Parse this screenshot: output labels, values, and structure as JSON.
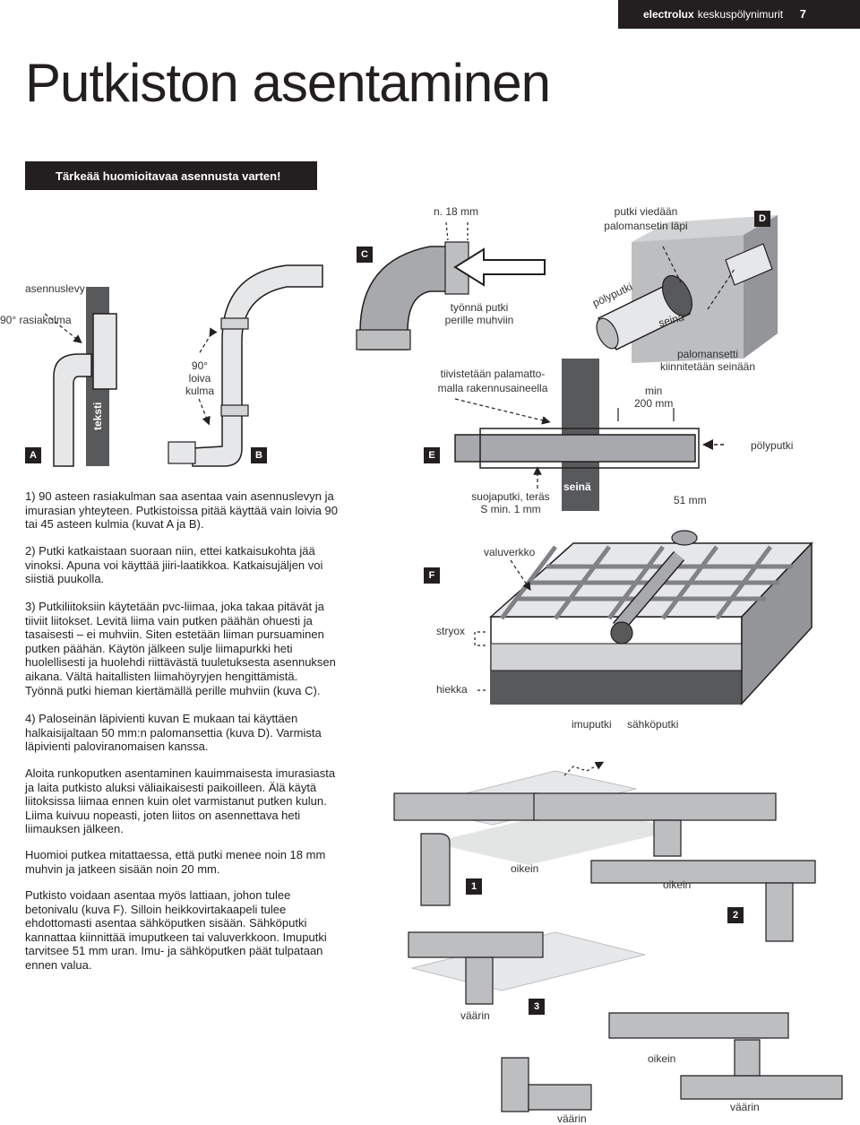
{
  "header": {
    "brand": "electrolux",
    "subtitle": "keskuspölynimurit",
    "page_number": "7"
  },
  "title": "Putkiston asentaminen",
  "banner": "Tärkeää huomioitavaa asennusta varten!",
  "paragraphs": [
    "1) 90 asteen rasiakulman saa asentaa vain asennuslevyn ja imurasian yhteyteen. Putkistoissa pitää käyttää vain loivia 90 tai 45 asteen kulmia (kuvat A ja B).",
    "2) Putki katkaistaan suoraan niin, ettei katkaisukohta jää vinoksi. Apuna voi käyttää jiiri-laatikkoa. Katkaisujäljen voi siistiä puukolla.",
    "3) Putkiliitoksiin käytetään pvc-liimaa, joka takaa pitävät ja tiiviit liitokset. Levitä liima vain putken päähän ohuesti ja tasaisesti – ei muhviin. Siten estetään liiman pursuaminen putken päähän. Käytön jälkeen sulje liimapurkki heti huolellisesti ja huolehdi riittävästä tuuletuksesta asennuksen aikana. Vältä haitallisten liimahöyryjen hengittämistä. Työnnä putki hieman kiertämällä perille muhviin (kuva C).",
    "4) Paloseinän läpivienti kuvan E mukaan tai käyttäen halkaisijaltaan 50 mm:n palomansettia (kuva D). Varmista läpivienti paloviranomaisen kanssa.",
    "Aloita runkoputken asentaminen kauimmaisesta imurasiasta ja laita putkisto aluksi väliaikaisesti paikoilleen. Älä käytä liitoksissa liimaa ennen kuin olet varmistanut putken kulun. Liima kuivuu nopeasti, joten liitos on asennettava heti liimauksen jälkeen.",
    "Huomioi putkea mitattaessa, että putki menee noin 18 mm muhvin ja jatkeen sisään noin 20 mm.",
    "Putkisto voidaan asentaa myös lattiaan, johon tulee betonivalu (kuva F). Silloin heikkovirtakaapeli tulee ehdottomasti asentaa sähköputken sisään. Sähköputki kannattaa kiinnittää imuputkeen tai valuverkkoon. Imuputki tarvitsee 51 mm uran. Imu- ja sähköputken päät tulpataan ennen valua."
  ],
  "figure_labels": {
    "A": "A",
    "B": "B",
    "C": "C",
    "D": "D",
    "E": "E",
    "F": "F",
    "one": "1",
    "two": "2",
    "three": "3"
  },
  "annotations": {
    "asennuslevy": "asennuslevy",
    "rasiakulma": "90° rasiakulma",
    "teksti": "teksti",
    "loiva1": "90°",
    "loiva2": "loiva",
    "loiva3": "kulma",
    "n18": "n. 18 mm",
    "tyonna1": "työnnä putki",
    "tyonna2": "perille muhviin",
    "putki_viedaan1": "putki viedään",
    "putki_viedaan2": "palomansetin läpi",
    "polyputki_d": "pölyputki",
    "seina_d": "seinä",
    "palomansetti1": "palomansetti",
    "palomansetti2": "kiinnitetään seinään",
    "tiivistetaan1": "tiivistetään palamatto-",
    "tiivistetaan2": "malla rakennusaineella",
    "min": "min",
    "min200": "200 mm",
    "polyputki_e": "pölyputki",
    "suojaputki1": "suojaputki, teräs",
    "suojaputki2": "S min. 1 mm",
    "seina_e": "seinä",
    "mm51": "51 mm",
    "valuverkko": "valuverkko",
    "stryox": "stryox",
    "hiekka": "hiekka",
    "imuputki": "imuputki",
    "sahkoputki": "sähköputki",
    "oikein1": "oikein",
    "oikein2": "oikein",
    "oikein3": "oikein",
    "vaarin1": "väärin",
    "vaarin2": "väärin",
    "vaarin3": "väärin"
  },
  "colors": {
    "dark": "#231f20",
    "pipe": "#a7a9ac",
    "pipe_dark": "#808285",
    "panel": "#e6e7e8"
  }
}
